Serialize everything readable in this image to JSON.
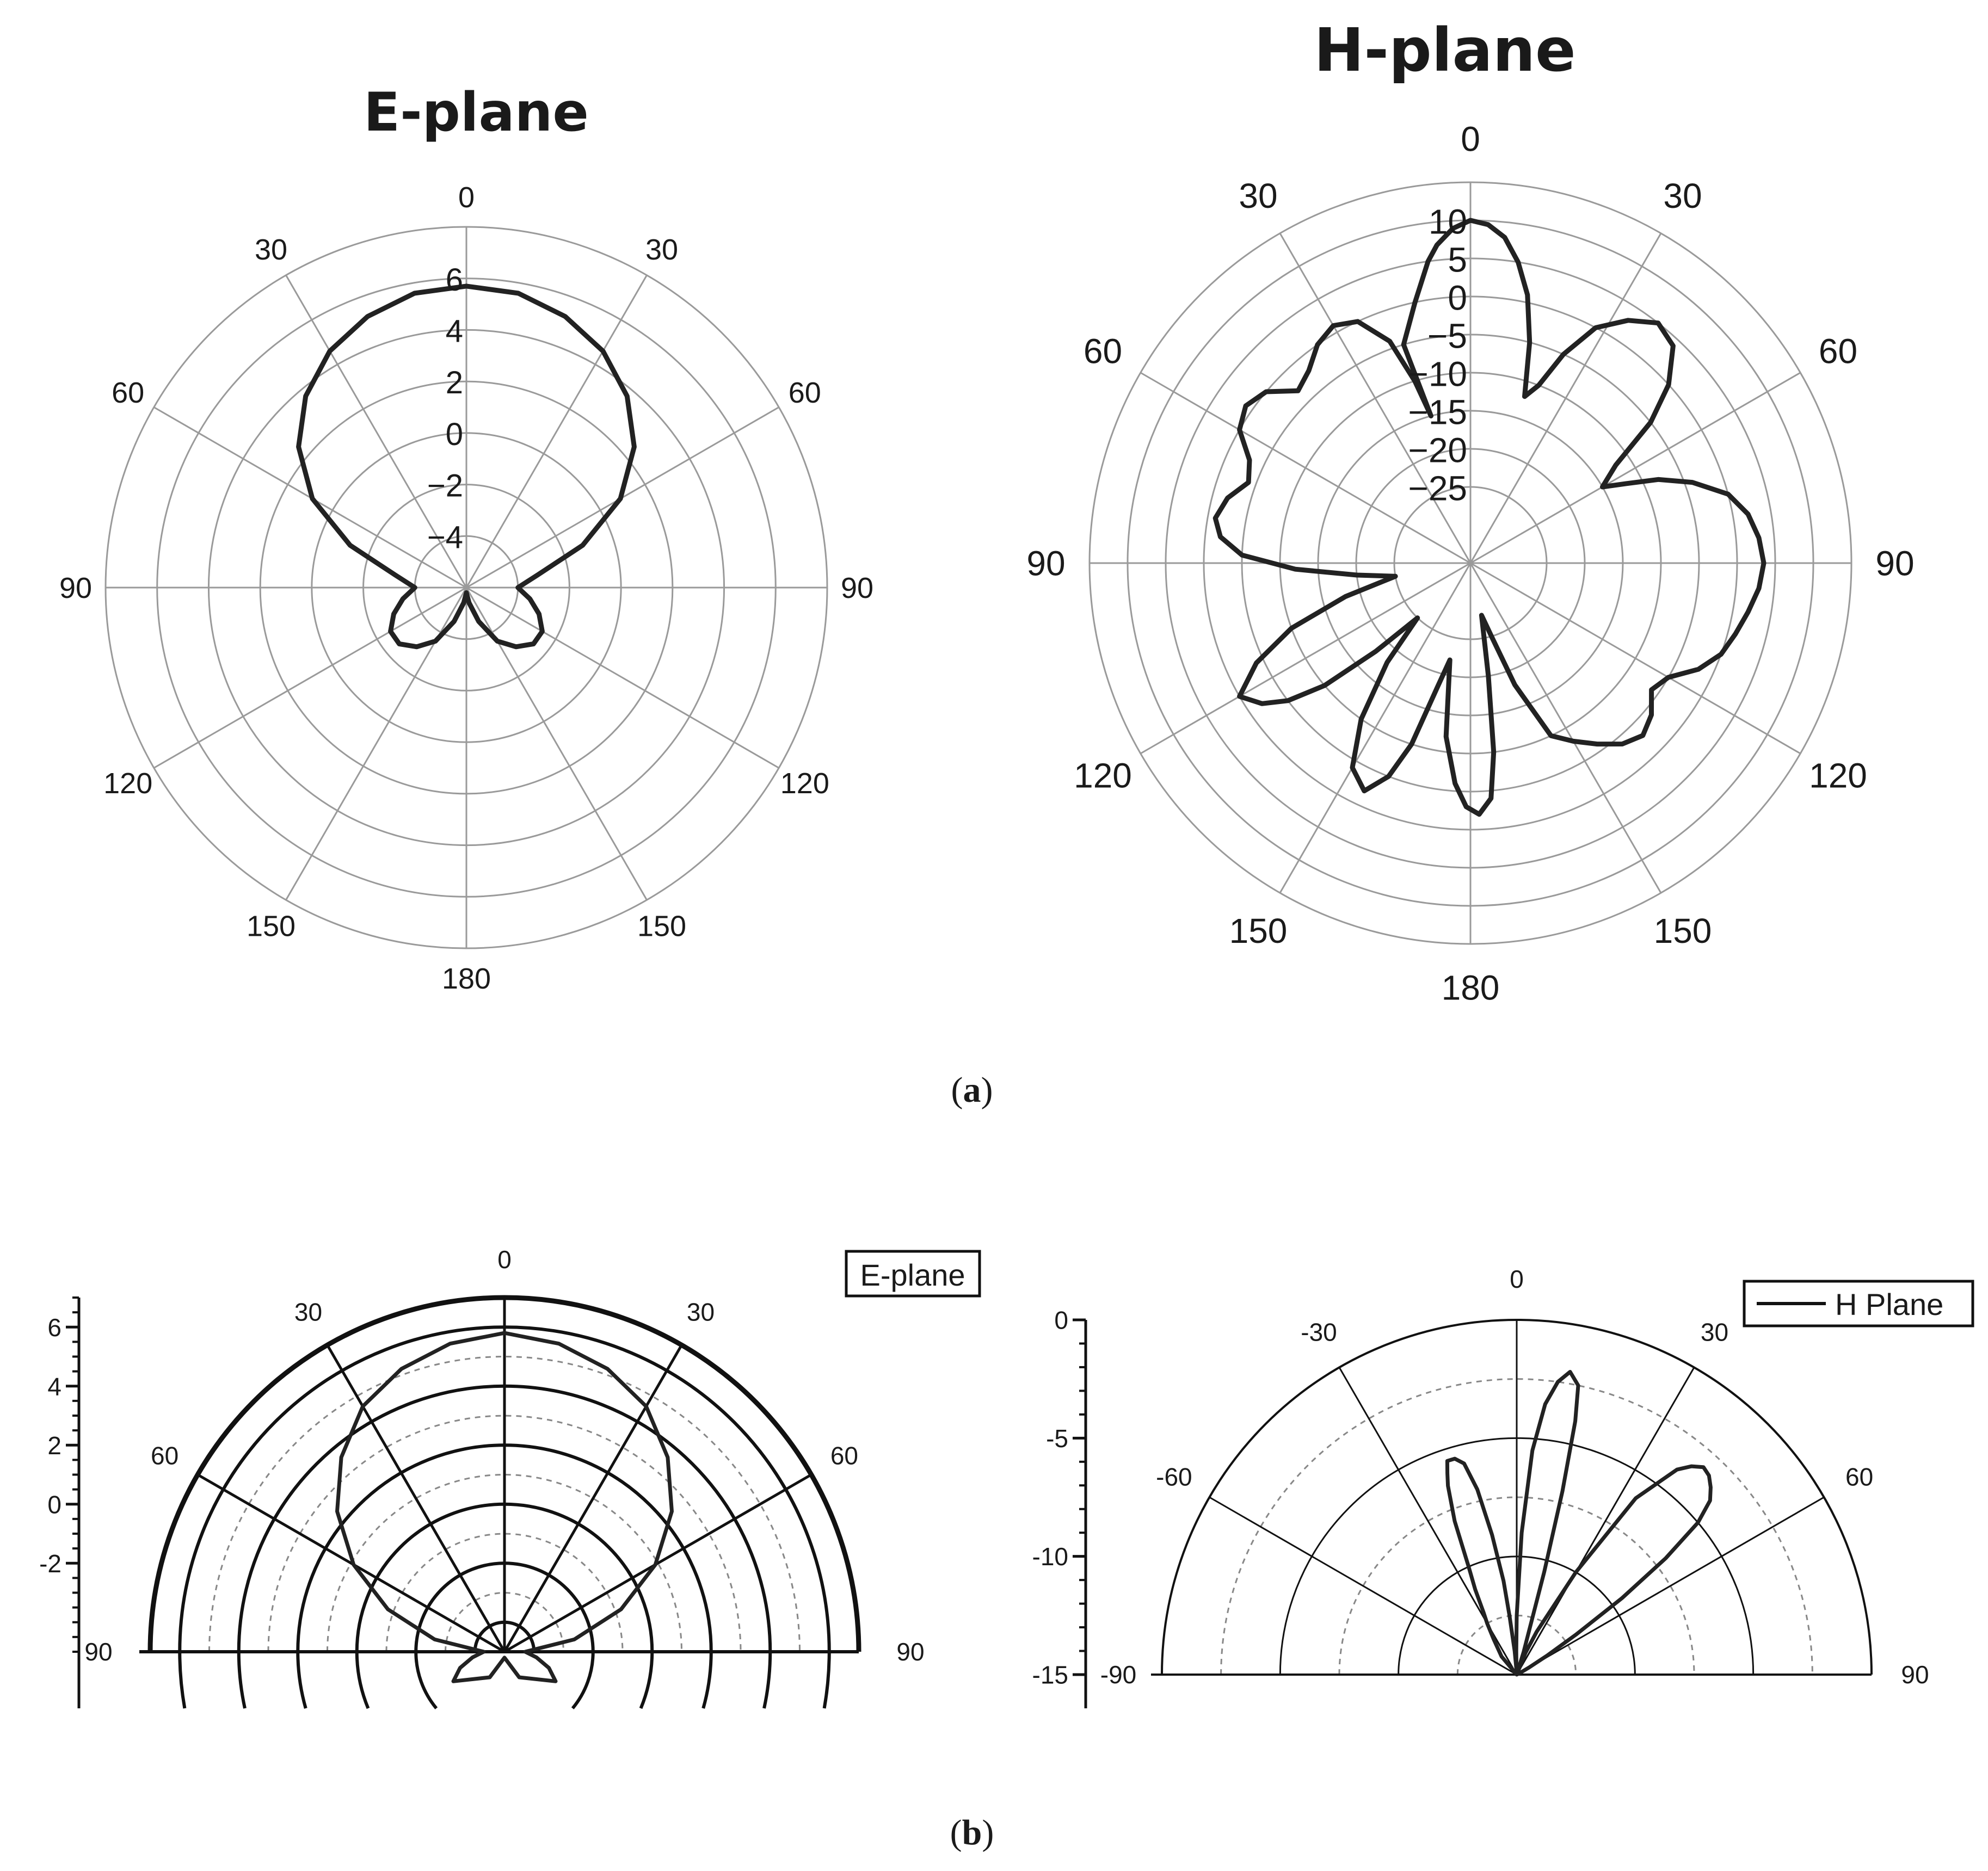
{
  "figure": {
    "caption_a": "(a)",
    "caption_b": "(b)",
    "caption_a_letter": "a",
    "caption_b_letter": "b"
  },
  "chart_data": [
    {
      "id": "a-e",
      "type": "polar-line",
      "title": "E-plane",
      "series_name": "",
      "angle_ticks": [
        "0",
        "30",
        "60",
        "90",
        "120",
        "150",
        "180",
        "150",
        "120",
        "90",
        "60",
        "30"
      ],
      "angle_tick_degrees": [
        0,
        30,
        60,
        90,
        120,
        150,
        180,
        210,
        240,
        270,
        300,
        330
      ],
      "rlim": [
        -6,
        8
      ],
      "r_ticks": [
        6,
        4,
        2,
        0,
        -2,
        -4
      ],
      "r_tick_labels": [
        "6",
        "4",
        "2",
        "0",
        "−2",
        "−4"
      ],
      "grid": true,
      "line_color": "#222222",
      "series": [
        {
          "theta": [
            0,
            10,
            20,
            30,
            40,
            50,
            60,
            70,
            80,
            90,
            100,
            110,
            120,
            130,
            140,
            150,
            160,
            170,
            180,
            190,
            200,
            210,
            220,
            230,
            240,
            250,
            260,
            270,
            280,
            290,
            300,
            310,
            320,
            330,
            340,
            350,
            360
          ],
          "r": [
            5.7,
            5.6,
            5.2,
            4.6,
            3.7,
            2.5,
            0.9,
            -1.2,
            -3.2,
            -4.0,
            -3.5,
            -3.0,
            -2.6,
            -2.6,
            -3.0,
            -3.6,
            -4.6,
            -5.4,
            -5.8,
            -5.4,
            -4.6,
            -3.6,
            -3.0,
            -2.6,
            -2.6,
            -3.0,
            -3.5,
            -4.0,
            -3.2,
            -1.2,
            0.9,
            2.5,
            3.7,
            4.6,
            5.2,
            5.6,
            5.7
          ]
        }
      ]
    },
    {
      "id": "a-h",
      "type": "polar-line",
      "title": "H-plane",
      "series_name": "",
      "angle_ticks": [
        "0",
        "30",
        "60",
        "90",
        "120",
        "150",
        "180",
        "150",
        "120",
        "90",
        "60",
        "30"
      ],
      "angle_tick_degrees": [
        0,
        30,
        60,
        90,
        120,
        150,
        180,
        210,
        240,
        270,
        300,
        330
      ],
      "rlim": [
        -35,
        15
      ],
      "r_ticks": [
        10,
        5,
        0,
        -5,
        -10,
        -15,
        -20,
        -25
      ],
      "r_tick_labels": [
        "10",
        "5",
        "0",
        "−5",
        "−10",
        "−15",
        "−20",
        "−25"
      ],
      "grid": true,
      "line_color": "#222222",
      "series": [
        {
          "theta": [
            -17,
            -12,
            -8,
            -6,
            -3,
            0,
            3,
            6,
            9,
            12,
            15,
            18,
            21,
            24,
            28,
            33,
            38,
            43,
            48,
            52,
            56,
            60,
            63,
            66,
            70,
            75,
            80,
            85,
            90,
            95,
            100,
            105,
            110,
            115,
            120,
            125,
            130,
            135,
            140,
            145,
            150,
            155,
            160,
            164,
            168,
            171,
            173,
            175,
            178,
            181,
            184,
            188,
            192,
            195,
            198,
            201,
            205,
            210,
            215,
            220,
            224,
            227,
            230,
            233,
            236,
            240,
            245,
            250,
            255,
            260,
            264,
            268,
            272,
            276,
            280,
            285,
            290,
            295,
            300,
            305,
            310,
            315,
            320,
            325,
            330,
            335,
            340,
            343,
            345
          ],
          "r": [
            -5,
            0,
            5,
            7,
            9,
            10,
            9.5,
            8,
            5,
            1,
            -5,
            -12,
            -10,
            -5,
            0,
            3,
            5,
            4,
            0,
            -5,
            -12,
            -15,
            -12,
            -8,
            -4,
            0,
            2,
            3,
            3.5,
            3,
            2,
            1,
            0,
            -2,
            -5,
            -6,
            -4,
            -3,
            -4,
            -6,
            -8,
            -10,
            -18,
            -25,
            -28,
            -20,
            -10,
            -4,
            -2,
            -3,
            -6,
            -12,
            -22,
            -18,
            -10,
            -5,
            -2,
            -4,
            -10,
            -18,
            -25,
            -18,
            -10,
            -5,
            -2,
            0,
            -4,
            -10,
            -18,
            -25,
            -20,
            -12,
            -5,
            -2,
            -1,
            -2,
            -4,
            -3,
            0,
            1,
            0,
            -3,
            -2,
            0,
            1,
            0,
            -4,
            -10,
            -15
          ]
        }
      ]
    },
    {
      "id": "b-e",
      "type": "half-polar-line",
      "title": "",
      "legend_label": "E-plane",
      "legend_position": "top-right",
      "angle_ticks": [
        "90",
        "60",
        "30",
        "0",
        "30",
        "60",
        "90"
      ],
      "angle_tick_degrees": [
        -90,
        -60,
        -30,
        0,
        30,
        60,
        90
      ],
      "rlim": [
        -5,
        7
      ],
      "r_ticks": [
        6,
        4,
        2,
        0,
        -2
      ],
      "r_tick_labels": [
        "6",
        "4",
        "2",
        "0",
        "-2"
      ],
      "grid": true,
      "line_color": "#222222",
      "series": [
        {
          "theta": [
            -180,
            -150,
            -120,
            -110,
            -100,
            -90,
            -80,
            -70,
            -60,
            -50,
            -40,
            -30,
            -20,
            -10,
            0,
            10,
            20,
            30,
            40,
            50,
            60,
            70,
            80,
            90,
            100,
            110,
            120,
            150,
            180
          ],
          "r": [
            -4.8,
            -4.0,
            -3.0,
            -3.4,
            -3.9,
            -4.3,
            -2.6,
            -0.8,
            0.9,
            2.4,
            3.6,
            4.6,
            5.2,
            5.6,
            5.8,
            5.6,
            5.2,
            4.6,
            3.6,
            2.4,
            0.9,
            -0.8,
            -2.6,
            -4.3,
            -3.9,
            -3.4,
            -3.0,
            -4.0,
            -4.8
          ]
        }
      ]
    },
    {
      "id": "b-h",
      "type": "half-polar-line",
      "title": "",
      "legend_label": "H Plane",
      "legend_position": "top-right",
      "angle_ticks": [
        "-90",
        "-60",
        "-30",
        "0",
        "30",
        "60",
        "90"
      ],
      "angle_tick_degrees": [
        -90,
        -60,
        -30,
        0,
        30,
        60,
        90
      ],
      "rlim": [
        -15,
        0
      ],
      "r_ticks": [
        0,
        -5,
        -10,
        -15
      ],
      "r_tick_labels": [
        "0",
        "-5",
        "-10",
        "-15"
      ],
      "grid": true,
      "line_color": "#222222",
      "series": [
        {
          "theta": [
            -45,
            -40,
            -33,
            -30,
            -28,
            -26,
            -24,
            -22,
            -20,
            -19,
            -18,
            -16,
            -14,
            -12,
            -10,
            -8,
            -7,
            -5,
            -3,
            -1,
            0,
            2,
            4,
            6,
            8,
            10,
            12,
            13,
            14,
            15,
            17,
            19,
            22,
            25,
            30,
            34,
            38,
            40,
            42,
            44,
            46,
            48,
            50,
            52,
            54,
            56,
            58,
            60,
            62,
            64,
            66
          ],
          "r": [
            -15,
            -14,
            -13.2,
            -12.5,
            -12,
            -11,
            -10,
            -8,
            -6.5,
            -6,
            -5.5,
            -5.5,
            -5.8,
            -7,
            -9,
            -11,
            -12.5,
            -14,
            -14.8,
            -14,
            -12.5,
            -9,
            -5.5,
            -3.5,
            -2.5,
            -2,
            -2.5,
            -4,
            -7,
            -10.5,
            -14,
            -15,
            -14,
            -13,
            -10,
            -6,
            -4,
            -3.5,
            -3.2,
            -3.3,
            -3.6,
            -4,
            -5,
            -7,
            -9.5,
            -12,
            -13.5,
            -14.4,
            -14.8,
            -15,
            -15
          ]
        }
      ]
    }
  ]
}
